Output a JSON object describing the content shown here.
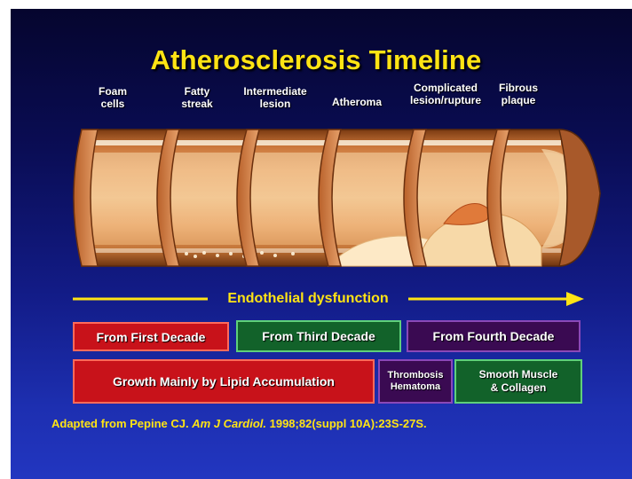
{
  "title": "Atherosclerosis Timeline",
  "stages": [
    "Foam\ncells",
    "Fatty\nstreak",
    "Intermediate\nlesion",
    "Atheroma",
    "Complicated\nlesion/rupture",
    "Fibrous\nplaque"
  ],
  "arrow_label": "Endothelial dysfunction",
  "decades": [
    "From First Decade",
    "From Third Decade",
    "From Fourth Decade"
  ],
  "growth": [
    "Growth Mainly by Lipid Accumulation",
    "Thrombosis\nHematoma",
    "Smooth Muscle\n& Collagen"
  ],
  "citation": {
    "prefix": "Adapted from Pepine CJ. ",
    "journal": "Am J Cardiol.",
    "suffix": " 1998;82(suppl 10A):23S-27S."
  },
  "colors": {
    "title": "#ffe414",
    "red_box": "#c8121a",
    "green_box": "#12622a",
    "purple_box": "#3a0a52",
    "arrow": "#ffe414"
  }
}
